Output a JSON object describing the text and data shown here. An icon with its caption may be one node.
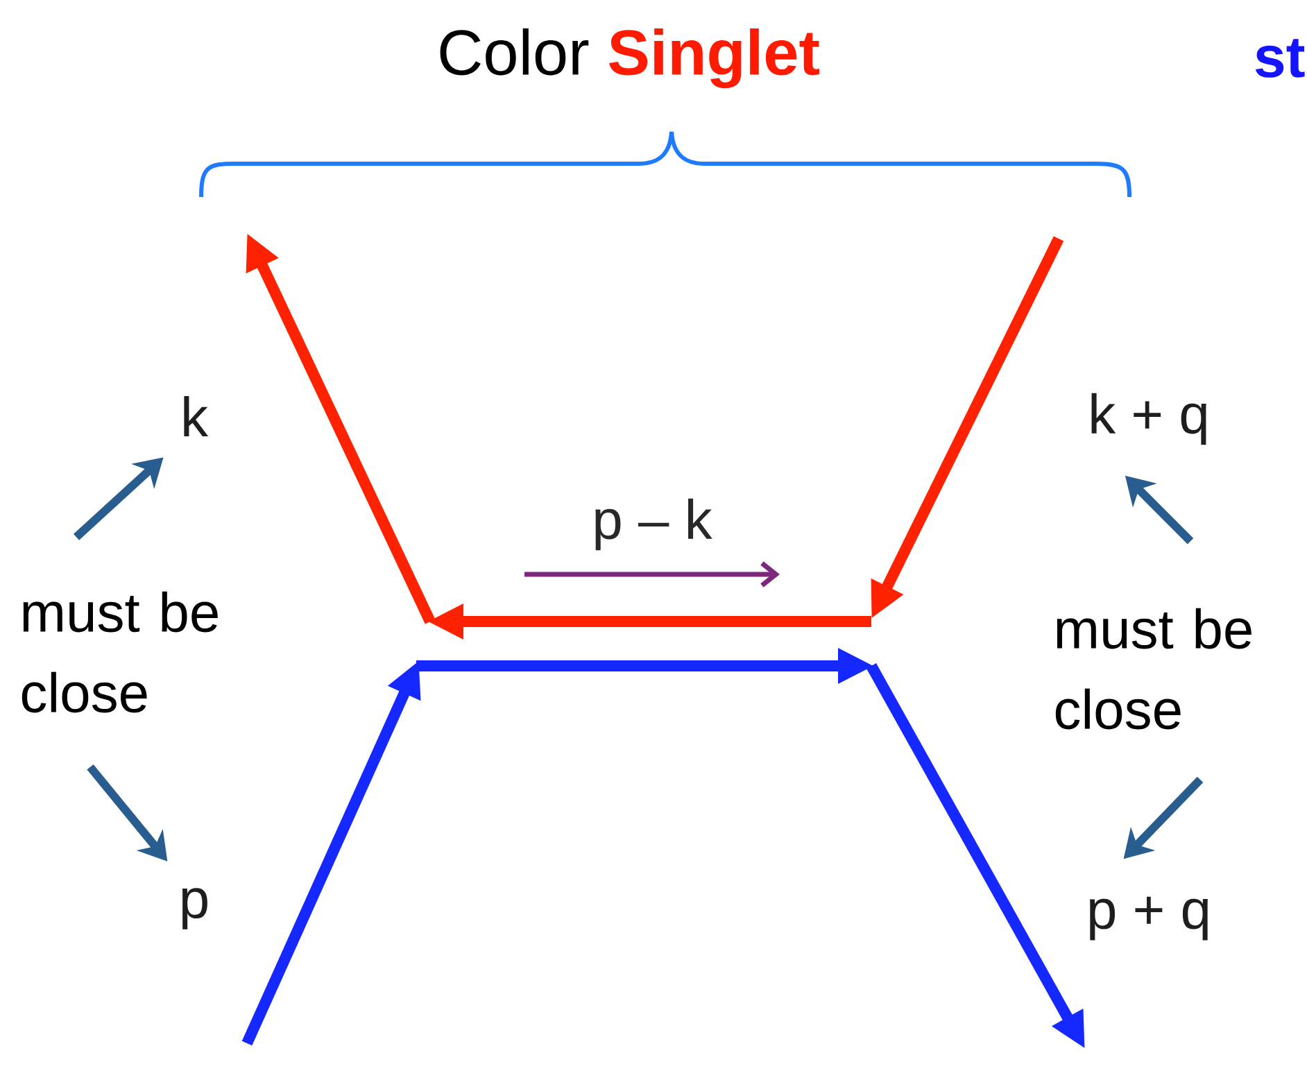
{
  "diagram": {
    "title": "Color **Singlet**",
    "nodes": [
      {
        "text": [
          "must be close"
        ]
      },
      {
        "text": [
          "k"
        ]
      },
      {
        "text": [
          "p"
        ]
      },
      {
        "text": [
          "must be close"
        ]
      },
      {
        "text": [
          "k + q"
        ]
      },
      {
        "text": [
          "p + q"
        ]
      }
    ],
    "edges": [
      {
        "from": 0,
        "to": 1,
        "arrow": "to"
      },
      {
        "from": 0,
        "to": 2,
        "arrow": "to"
      },
      {
        "from": 3,
        "to": 4,
        "arrow": "to"
      },
      {
        "from": 3,
        "to": 5,
        "arrow": "to"
      }
    ],
    "labels": [
      "p – k",
      "st"
    ]
  }
}
